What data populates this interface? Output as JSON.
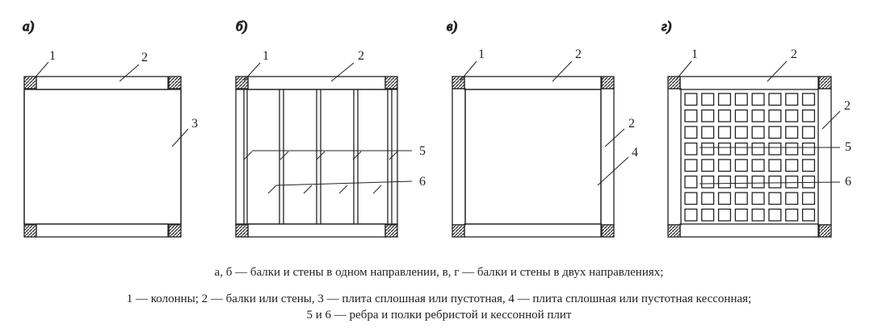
{
  "panels": [
    {
      "letter": "а)"
    },
    {
      "letter": "б)"
    },
    {
      "letter": "в)"
    },
    {
      "letter": "г)"
    }
  ],
  "callouts": {
    "n1": "1",
    "n2": "2",
    "n3": "3",
    "n4": "4",
    "n5": "5",
    "n6": "6"
  },
  "caption": {
    "line1": "а, б — балки и стены в одном направлении, в, г — балки и стены в двух направлениях;",
    "line2": "1 — колонны; 2 — балки или стены, 3 — плита сплошная или пустотная, 4 — плита сплошная или пустотная кессонная;",
    "line3": "5 и 6 — ребра и полки ребристой и кессонной плит"
  }
}
